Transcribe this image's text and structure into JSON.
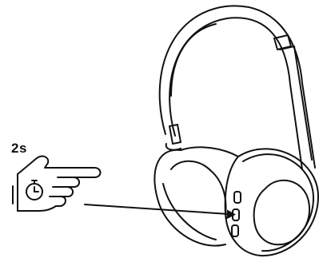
{
  "instruction": {
    "hold_duration": "2s"
  },
  "icons": {
    "hand": "pointing-hand-icon",
    "timer": "stopwatch-icon",
    "device": "over-ear-headphones",
    "target": "side-button-indicator"
  },
  "colors": {
    "line": "#111111",
    "background": "#ffffff"
  }
}
